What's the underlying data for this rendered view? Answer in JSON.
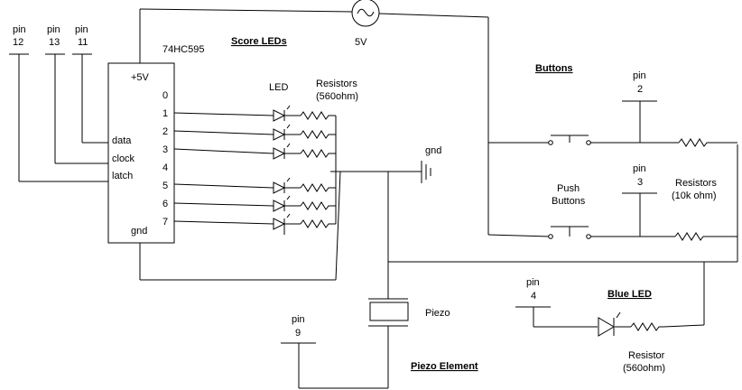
{
  "section_titles": {
    "score_leds": "Score LEDs",
    "buttons": "Buttons",
    "blue_led": "Blue LED",
    "piezo_element": "Piezo Element"
  },
  "power": {
    "label": "5V"
  },
  "chip": {
    "name": "74HC595",
    "vcc": "+5V",
    "gnd": "gnd",
    "outputs": [
      "0",
      "1",
      "2",
      "3",
      "4",
      "5",
      "6",
      "7"
    ],
    "inputs": [
      "data",
      "clock",
      "latch"
    ]
  },
  "arduino_pins": {
    "p12": {
      "label": "pin",
      "number": "12"
    },
    "p13": {
      "label": "pin",
      "number": "13"
    },
    "p11": {
      "label": "pin",
      "number": "11"
    },
    "p2": {
      "label": "pin",
      "number": "2"
    },
    "p3": {
      "label": "pin",
      "number": "3"
    },
    "p4": {
      "label": "pin",
      "number": "4"
    },
    "p9": {
      "label": "pin",
      "number": "9"
    }
  },
  "labels": {
    "led": "LED",
    "resistors_560": [
      "Resistors",
      "(560ohm)"
    ],
    "gnd": "gnd",
    "push_buttons": [
      "Push",
      "Buttons"
    ],
    "resistors_10k": [
      "Resistors",
      "(10k ohm)"
    ],
    "piezo": "Piezo",
    "resistor_blue": [
      "Resistor",
      "(560ohm)"
    ]
  },
  "icons": {
    "ac_source": "ac-source-icon",
    "led": "led-icon",
    "resistor": "resistor-icon",
    "push_button": "push-button-icon",
    "ground": "ground-icon",
    "piezo": "piezo-icon"
  }
}
